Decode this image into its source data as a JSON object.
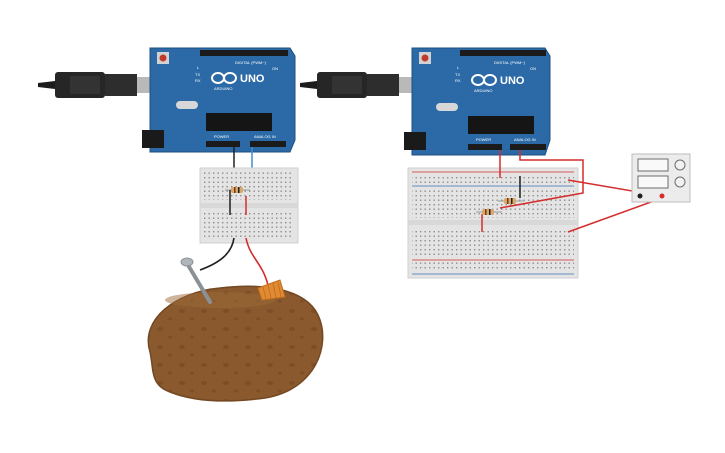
{
  "canvas": {
    "background": "#ffffff"
  },
  "colors": {
    "board": "#2b6aa7",
    "board_edge": "#1f4f80",
    "breadboard": "#e4e4e4",
    "wire_red": "#d62c2c",
    "wire_black": "#202020",
    "wire_blue": "#3b8fd6",
    "potato": "#8a5a2e",
    "zinc_nail": "#9aa0a6",
    "copper": "#e08a34"
  },
  "board_left": {
    "model": "UNO",
    "brand": "ARDUINO",
    "header_digital": "DIGITAL (PWM~)",
    "header_power": "POWER",
    "header_analog": "ANALOG IN",
    "tx_label": "TX",
    "rx_label": "RX",
    "l_label": "L",
    "on_label": "ON"
  },
  "board_right": {
    "model": "UNO",
    "brand": "ARDUINO",
    "header_digital": "DIGITAL (PWM~)",
    "header_power": "POWER",
    "header_analog": "ANALOG IN",
    "tx_label": "TX",
    "rx_label": "RX",
    "l_label": "L",
    "on_label": "ON"
  },
  "components": {
    "left": [
      "usb-cable",
      "arduino-uno",
      "mini-breadboard",
      "resistor",
      "zinc-nail",
      "copper-electrode",
      "potato"
    ],
    "right": [
      "usb-cable",
      "arduino-uno",
      "full-breadboard",
      "resistor",
      "power-supply"
    ]
  }
}
